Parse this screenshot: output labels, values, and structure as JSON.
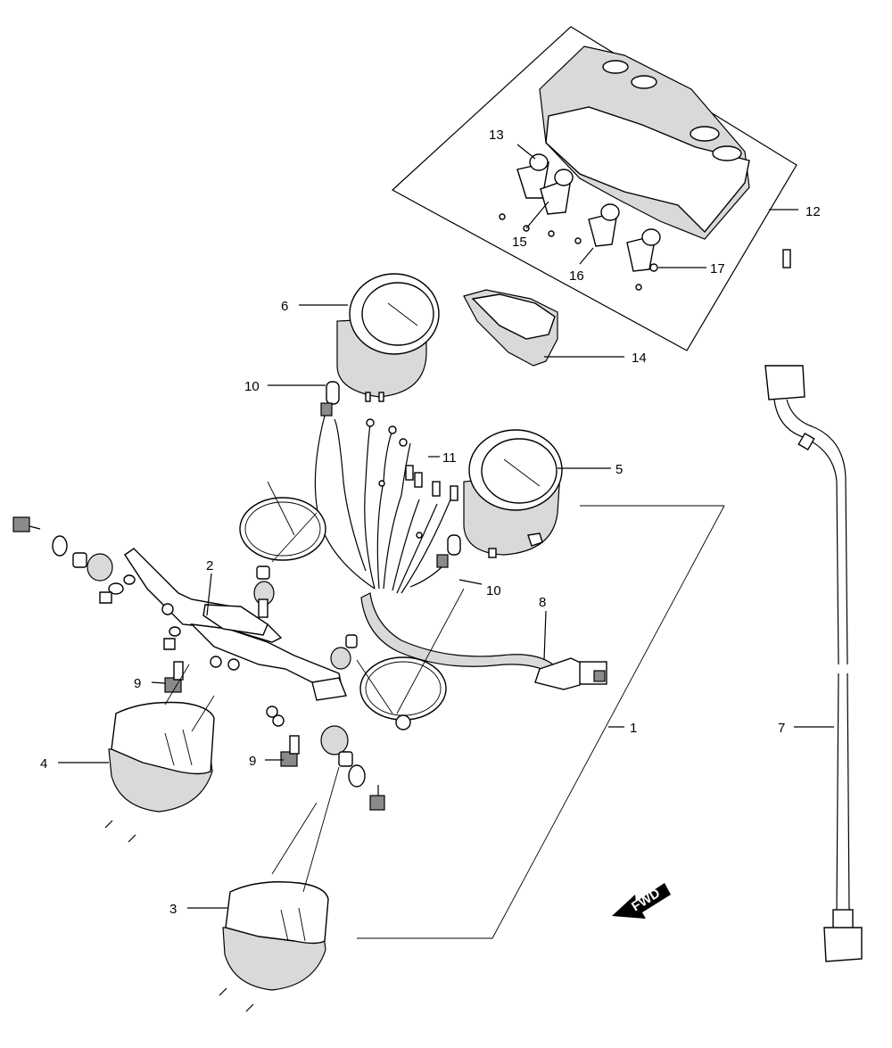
{
  "diagram": {
    "fwd_label": "FWD",
    "callouts": [
      {
        "id": "c1",
        "text": "1"
      },
      {
        "id": "c2",
        "text": "2"
      },
      {
        "id": "c3",
        "text": "3"
      },
      {
        "id": "c4",
        "text": "4"
      },
      {
        "id": "c5",
        "text": "5"
      },
      {
        "id": "c6",
        "text": "6"
      },
      {
        "id": "c7",
        "text": "7"
      },
      {
        "id": "c8",
        "text": "8"
      },
      {
        "id": "c9a",
        "text": "9"
      },
      {
        "id": "c9b",
        "text": "9"
      },
      {
        "id": "c10a",
        "text": "10"
      },
      {
        "id": "c10b",
        "text": "10"
      },
      {
        "id": "c11",
        "text": "11"
      },
      {
        "id": "c12",
        "text": "12"
      },
      {
        "id": "c13",
        "text": "13"
      },
      {
        "id": "c14",
        "text": "14"
      },
      {
        "id": "c15",
        "text": "15"
      },
      {
        "id": "c16",
        "text": "16"
      },
      {
        "id": "c17",
        "text": "17"
      }
    ]
  }
}
